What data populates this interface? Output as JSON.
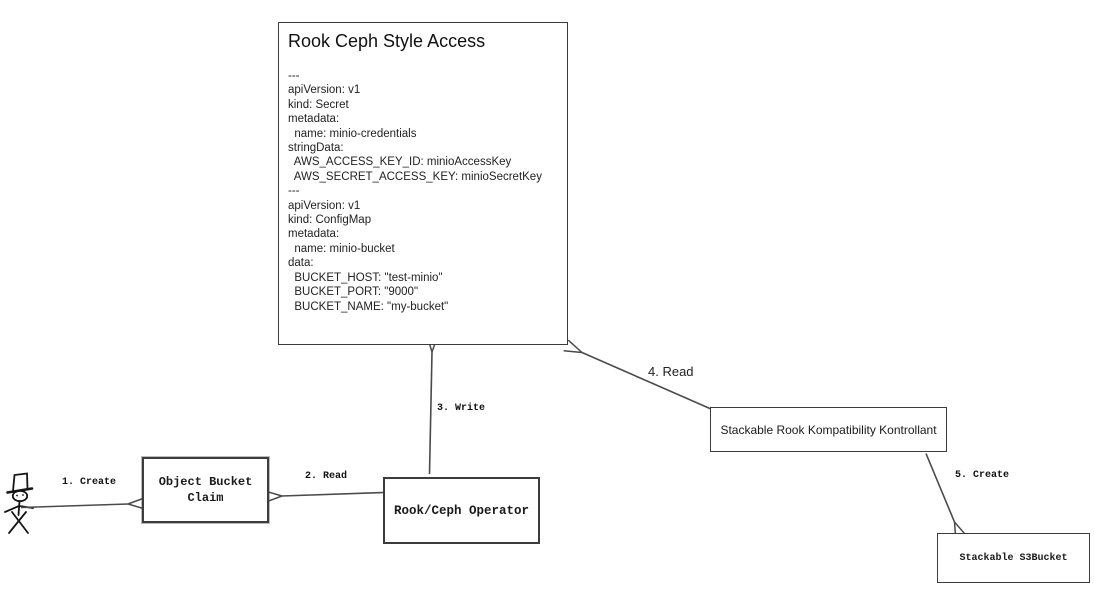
{
  "diagram": {
    "spec_box": {
      "title": "Rook Ceph Style Access",
      "yaml_lines": [
        "---",
        "apiVersion: v1",
        "kind: Secret",
        "metadata:",
        "  name: minio-credentials",
        "stringData:",
        "  AWS_ACCESS_KEY_ID: minioAccessKey",
        "  AWS_SECRET_ACCESS_KEY: minioSecretKey",
        "---",
        "apiVersion: v1",
        "kind: ConfigMap",
        "metadata:",
        "  name: minio-bucket",
        "data:",
        "  BUCKET_HOST: \"test-minio\"",
        "  BUCKET_PORT: \"9000\"",
        "  BUCKET_NAME: \"my-bucket\""
      ]
    },
    "nodes": {
      "object_bucket_claim": {
        "label": "Object Bucket Claim"
      },
      "rook_ceph_operator": {
        "label": "Rook/Ceph Operator"
      },
      "stackable_kontrollant": {
        "label": "Stackable Rook Kompatibility Kontrollant"
      },
      "stackable_s3bucket": {
        "label": "Stackable S3Bucket"
      }
    },
    "actor": {
      "description": "stick figure with top hat"
    },
    "arrows": [
      {
        "label": "1. Create",
        "from": "actor",
        "to": "object_bucket_claim"
      },
      {
        "label": "2. Read",
        "from": "rook_ceph_operator",
        "to": "object_bucket_claim"
      },
      {
        "label": "3. Write",
        "from": "rook_ceph_operator",
        "to": "spec_box"
      },
      {
        "label": "4. Read",
        "from": "stackable_kontrollant",
        "to": "spec_box"
      },
      {
        "label": "5. Create",
        "from": "stackable_kontrollant",
        "to": "stackable_s3bucket"
      }
    ],
    "colors": {
      "background": "#ffffff",
      "stroke": "#3c3c3c",
      "text": "#1a1a1a"
    }
  }
}
